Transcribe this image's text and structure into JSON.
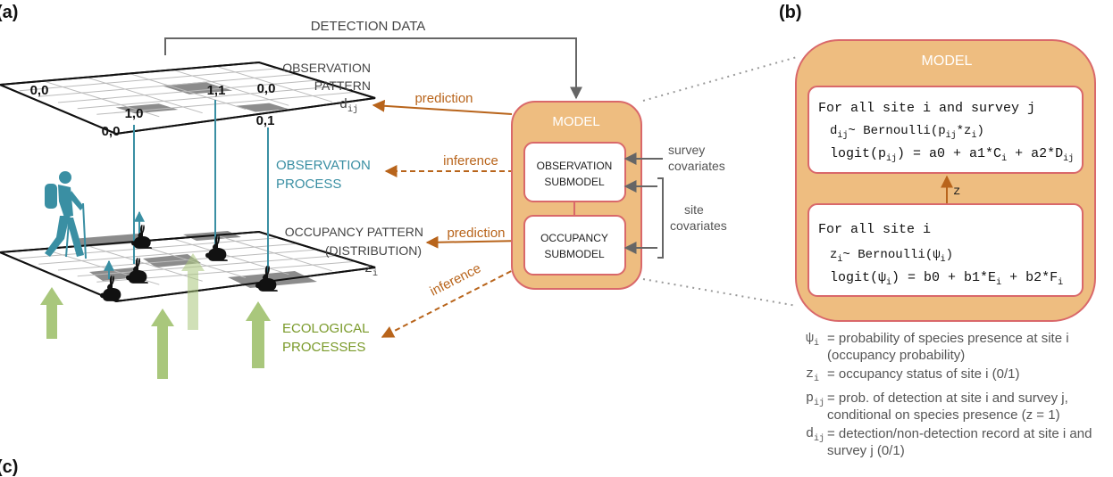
{
  "panels": {
    "a": "(a)",
    "b": "(b)",
    "c": "(c)"
  },
  "top_label": "DETECTION DATA",
  "obs_plane": {
    "label_line1": "OBSERVATION",
    "label_line2": "PATTERN",
    "var": "d",
    "var_sub": "ij",
    "cells": [
      "0,0",
      "1,1",
      "0,0",
      "1,0",
      "0,0",
      "0,1"
    ]
  },
  "obs_process": {
    "line1": "OBSERVATION",
    "line2": "PROCESS"
  },
  "occ_plane": {
    "label_line1": "OCCUPANCY PATTERN",
    "label_line2": "(DISTRIBUTION)",
    "var": "z",
    "var_sub": "i"
  },
  "eco_process": {
    "line1": "ECOLOGICAL",
    "line2": "PROCESSES"
  },
  "arrows": {
    "prediction_top": "prediction",
    "inference_top": "inference",
    "prediction_bottom": "prediction",
    "inference_bottom": "inference"
  },
  "model_small": {
    "title": "MODEL",
    "obs_sub_line1": "OBSERVATION",
    "obs_sub_line2": "SUBMODEL",
    "occ_sub_line1": "OCCUPANCY",
    "occ_sub_line2": "SUBMODEL"
  },
  "covariates": {
    "survey_line1": "survey",
    "survey_line2": "covariates",
    "site_line1": "site",
    "site_line2": "covariates"
  },
  "model_big": {
    "title": "MODEL",
    "obs_header": "For all site i and survey j",
    "obs_eq1": "d~ Bernoulli(p*z)",
    "obs_eq2": "logit(p) = a0 + a1*C+ a2*D",
    "link_label": "z",
    "occ_header": "For all site i",
    "occ_eq1": "z~ Bernoulli(ψ)",
    "occ_eq2": "logit(ψ) = b0 + b1*E+ b2*F"
  },
  "legend": [
    {
      "sym": "ψ",
      "sub": "i",
      "text": "= probability of species presence at site i (occupancy probability)"
    },
    {
      "sym": "z",
      "sub": "i",
      "text": "= occupancy status of site i (0/1)"
    },
    {
      "sym": "p",
      "sub": "ij",
      "text": "= prob. of detection at site i and survey j, conditional on species presence (z = 1)"
    },
    {
      "sym": "d",
      "sub": "ij",
      "text": "= detection/non-detection record at site i and survey j (0/1)"
    }
  ],
  "colors": {
    "teal": "#3a8fa3",
    "brown": "#b8641b",
    "olive": "#7a9a2a",
    "model_fill": "#eebd80",
    "model_stroke": "#d9686a",
    "green_arrow": "#a9c77c",
    "grey_line": "#666666",
    "dark_cell": "#8c8c8c"
  },
  "icons": [
    "hiker-icon",
    "rabbit-icon"
  ]
}
